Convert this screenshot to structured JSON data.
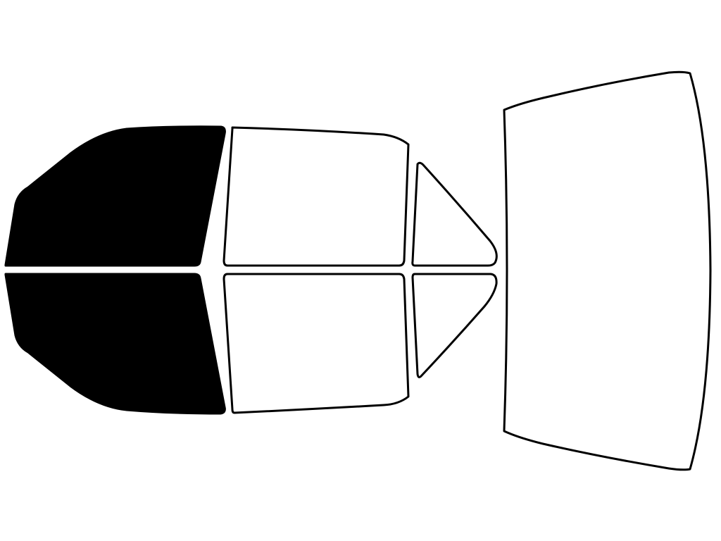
{
  "colors": {
    "tinted_fill": "#000000",
    "untinted_fill": "#ffffff",
    "outline": "#000000",
    "background": "#ffffff"
  },
  "windows": [
    {
      "id": "front-driver-window",
      "tinted": true
    },
    {
      "id": "front-passenger-window",
      "tinted": true
    },
    {
      "id": "rear-driver-window",
      "tinted": false
    },
    {
      "id": "rear-passenger-window",
      "tinted": false
    },
    {
      "id": "rear-driver-quarter-window",
      "tinted": false
    },
    {
      "id": "rear-passenger-quarter-window",
      "tinted": false
    },
    {
      "id": "back-windshield",
      "tinted": false
    }
  ]
}
